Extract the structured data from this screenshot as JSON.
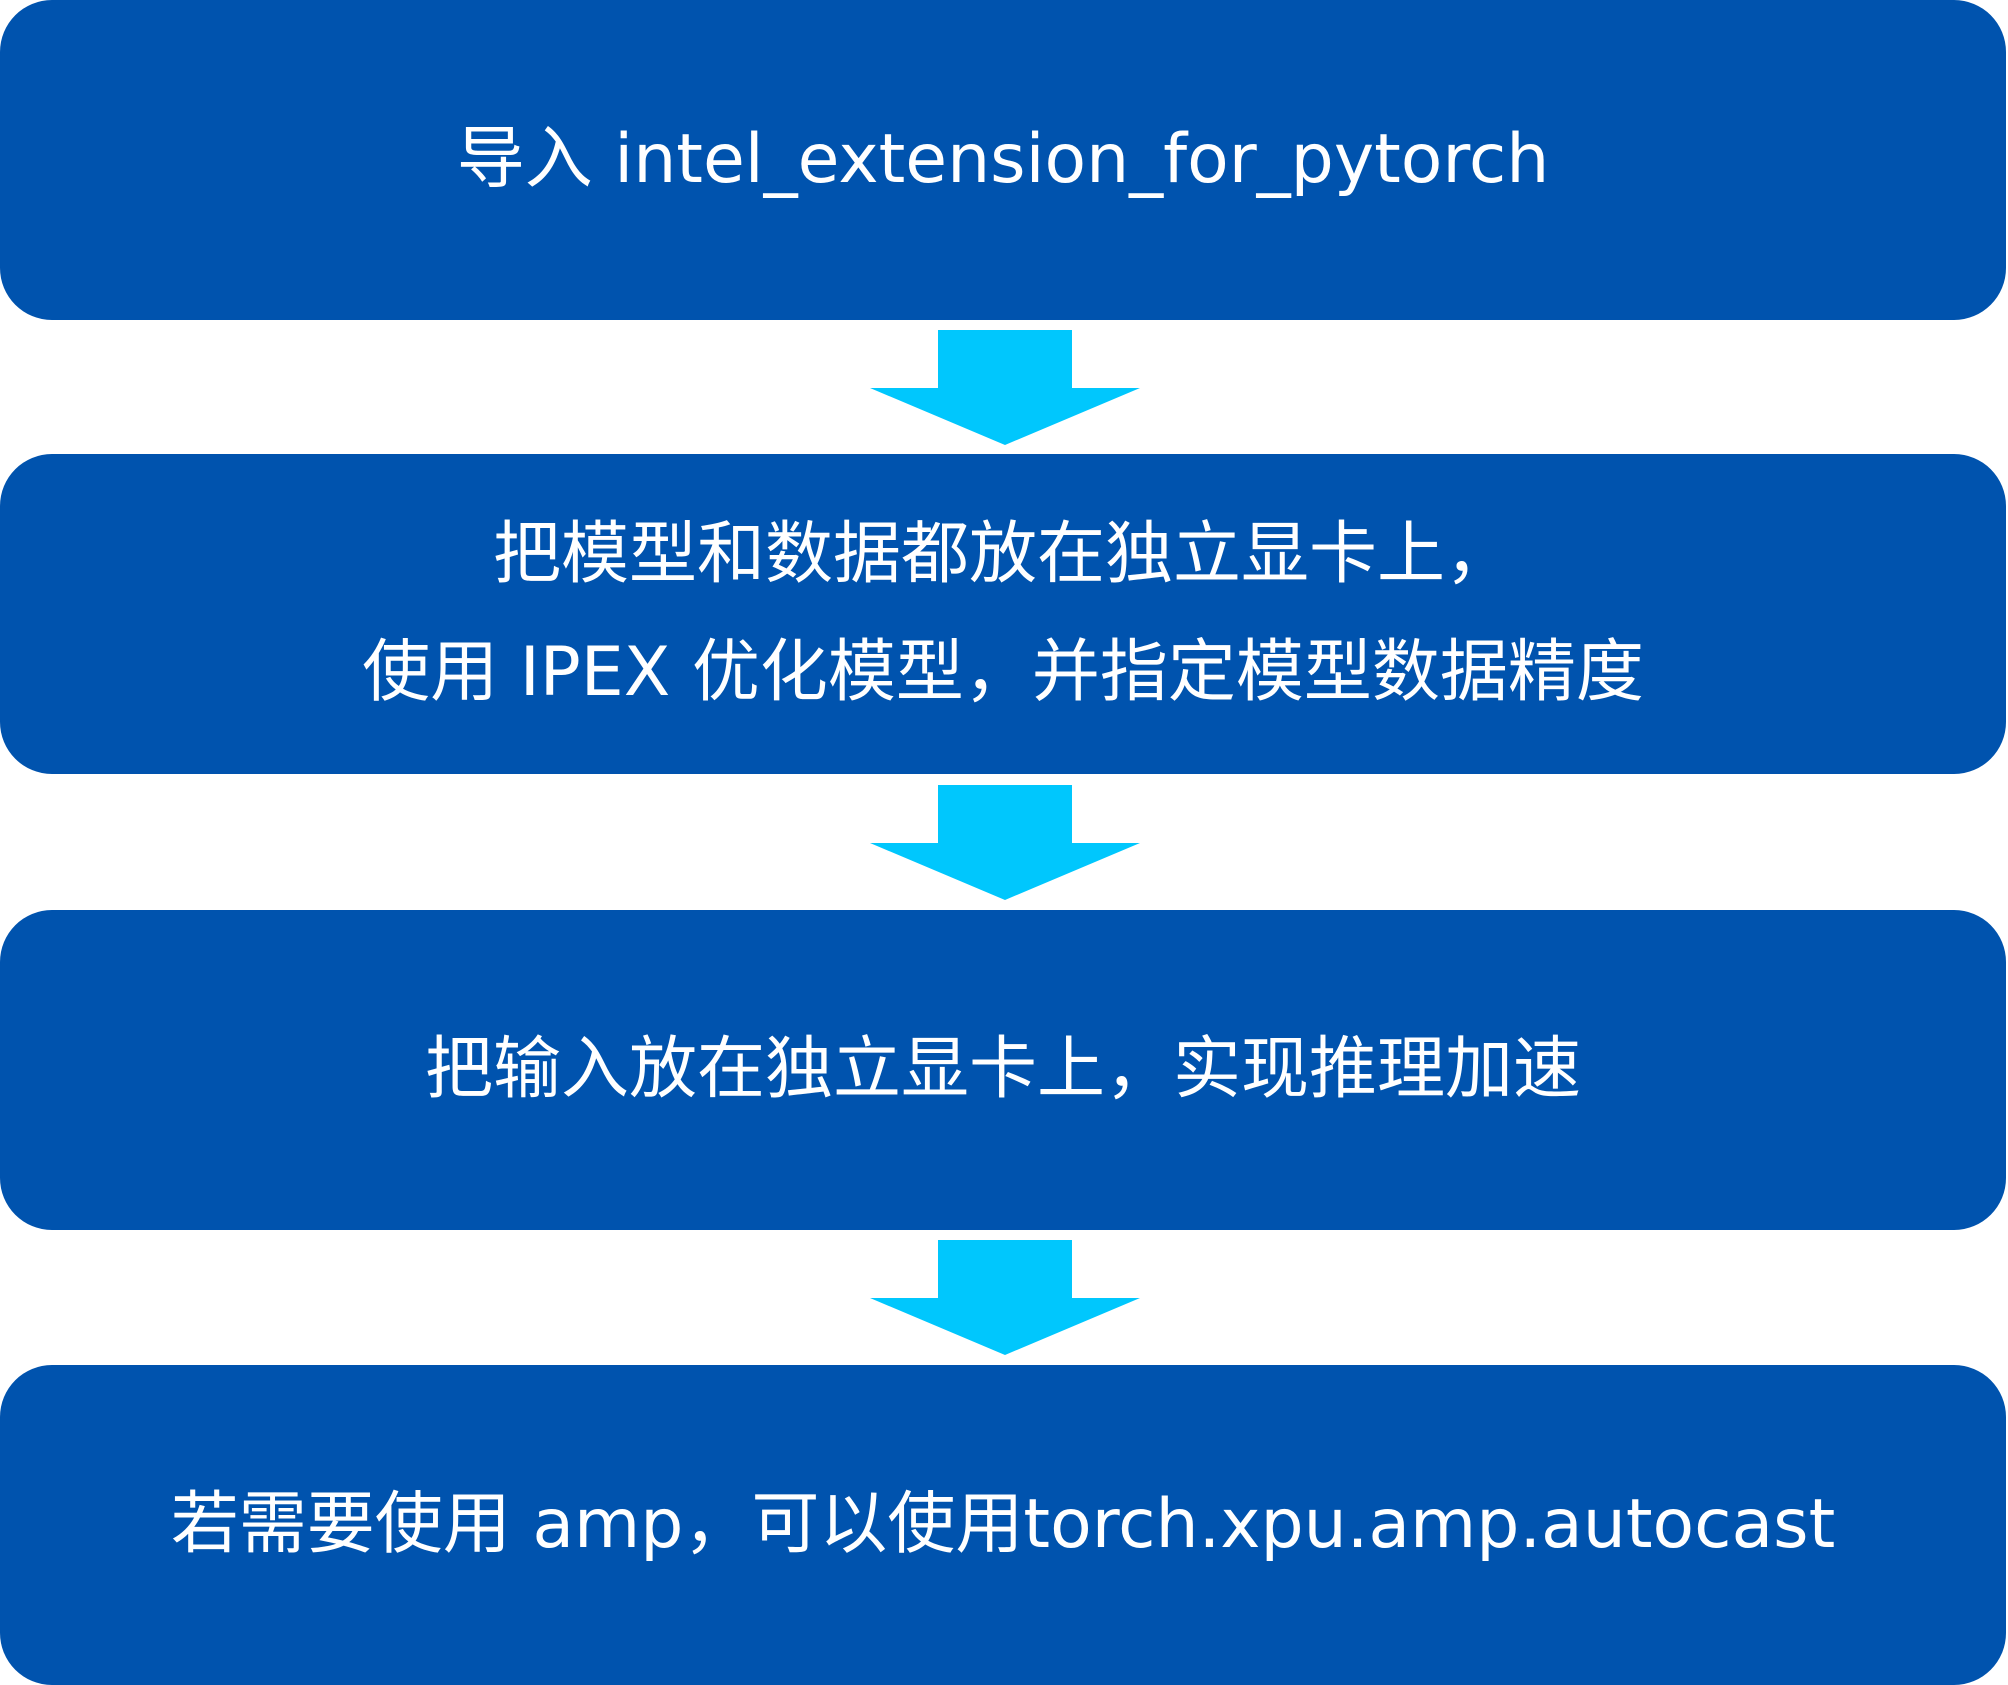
{
  "steps": [
    {
      "lines": [
        "导入 intel_extension_for_pytorch"
      ]
    },
    {
      "lines": [
        "把模型和数据都放在独立显卡上，",
        "使用 IPEX 优化模型，并指定模型数据精度"
      ]
    },
    {
      "lines": [
        "把输入放在独立显卡上，实现推理加速"
      ]
    },
    {
      "lines": [
        "若需要使用 amp，可以使用torch.xpu.amp.autocast"
      ]
    }
  ],
  "colors": {
    "box_fill": "#0053ae",
    "box_text": "#ffffff",
    "arrow_fill": "#00c7fd"
  }
}
